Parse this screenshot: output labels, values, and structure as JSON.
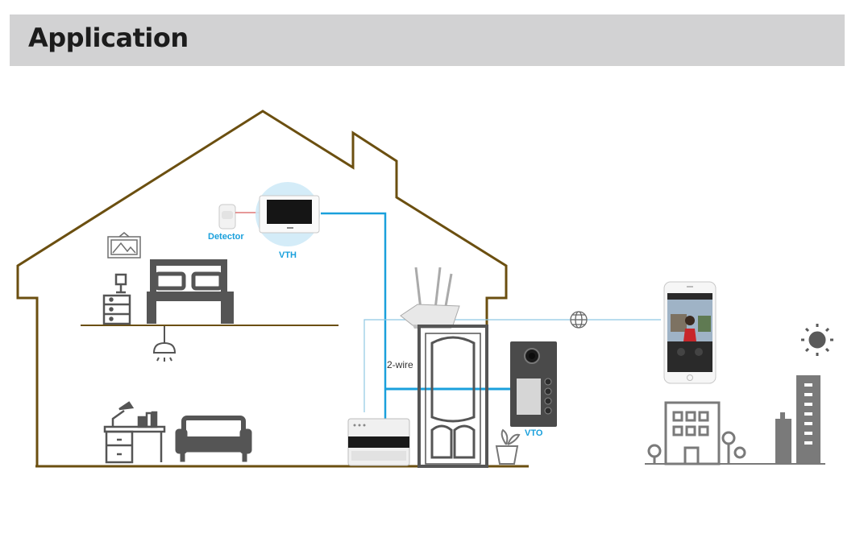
{
  "header": {
    "title": "Application"
  },
  "labels": {
    "detector": "Detector",
    "vth": "VTH",
    "vto": "VTO",
    "wire": "2-wire"
  },
  "colors": {
    "house_outline": "#6b4f10",
    "cable": "#1aa0dc",
    "label_blue": "#1aa0dc",
    "icon_gray": "#6f6f6f",
    "header_bg": "#d2d2d3"
  }
}
